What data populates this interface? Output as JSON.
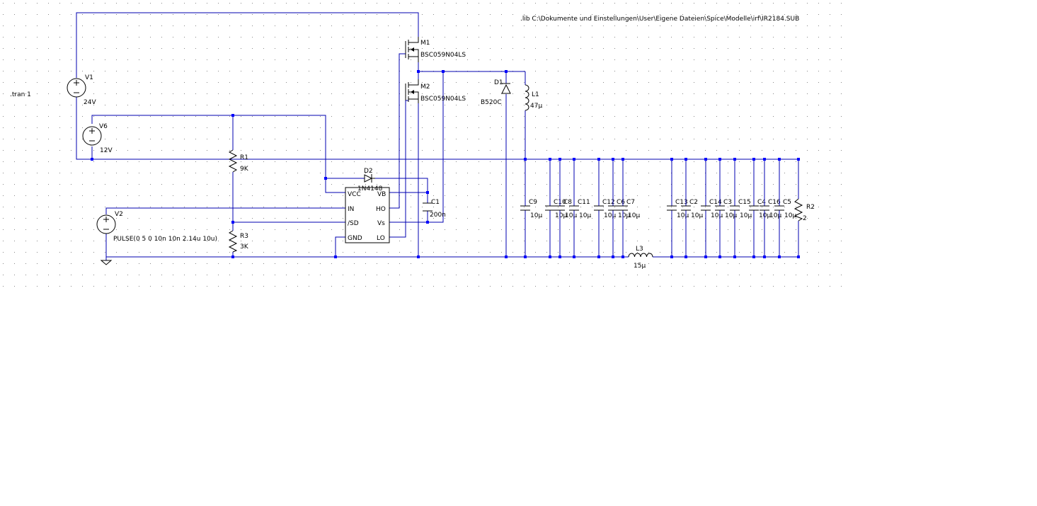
{
  "directives": {
    "tran": ".tran 1",
    "lib": ".lib C:\\Dokumente und Einstellungen\\User\\Eigene Dateien\\Spice\\Modelle\\irf\\IR2184.SUB"
  },
  "sources": {
    "v1": {
      "ref": "V1",
      "value": "24V"
    },
    "v6": {
      "ref": "V6",
      "value": "12V"
    },
    "v2": {
      "ref": "V2",
      "value": "PULSE(0 5 0 10n 10n 2.14u 10u)"
    }
  },
  "resistors": {
    "r1": {
      "ref": "R1",
      "value": "9K"
    },
    "r3": {
      "ref": "R3",
      "value": "3K"
    },
    "r2": {
      "ref": "R2",
      "value": "2"
    }
  },
  "mosfets": {
    "m1": {
      "ref": "M1",
      "value": "BSC059N04LS"
    },
    "m2": {
      "ref": "M2",
      "value": "BSC059N04LS"
    }
  },
  "diodes": {
    "d1": {
      "ref": "D1",
      "value": "B520C"
    },
    "d2": {
      "ref": "D2",
      "value": "1N4148"
    }
  },
  "inductors": {
    "l1": {
      "ref": "L1",
      "value": "47µ"
    },
    "l3": {
      "ref": "L3",
      "value": "15µ"
    }
  },
  "driver": {
    "pins": {
      "vcc": "VCC",
      "in": "IN",
      "sd": "/SD",
      "gnd": "GND",
      "vb": "VB",
      "ho": "HO",
      "vs": "Vs",
      "lo": "LO"
    }
  },
  "c1": {
    "ref": "C1",
    "value": "200n"
  },
  "capacitors": [
    {
      "ref": "C9",
      "value": "10µ"
    },
    {
      "ref": "C10",
      "value": "10µ"
    },
    {
      "ref": "C8",
      "value": "10µ"
    },
    {
      "ref": "C11",
      "value": "10µ"
    },
    {
      "ref": "C12",
      "value": "10µ"
    },
    {
      "ref": "C6",
      "value": "10µ"
    },
    {
      "ref": "C7",
      "value": "10µ"
    },
    {
      "ref": "C13",
      "value": "10µ"
    },
    {
      "ref": "C2",
      "value": "10µ"
    },
    {
      "ref": "C14",
      "value": "10µ"
    },
    {
      "ref": "C3",
      "value": "10µ"
    },
    {
      "ref": "C15",
      "value": "10µ"
    },
    {
      "ref": "C4",
      "value": "10µ"
    },
    {
      "ref": "C16",
      "value": "10µ"
    },
    {
      "ref": "C5",
      "value": "10µ"
    }
  ],
  "colors": {
    "wire": "#0000b0",
    "junction": "#0000ff",
    "grid": "#888888",
    "component": "#000000"
  }
}
